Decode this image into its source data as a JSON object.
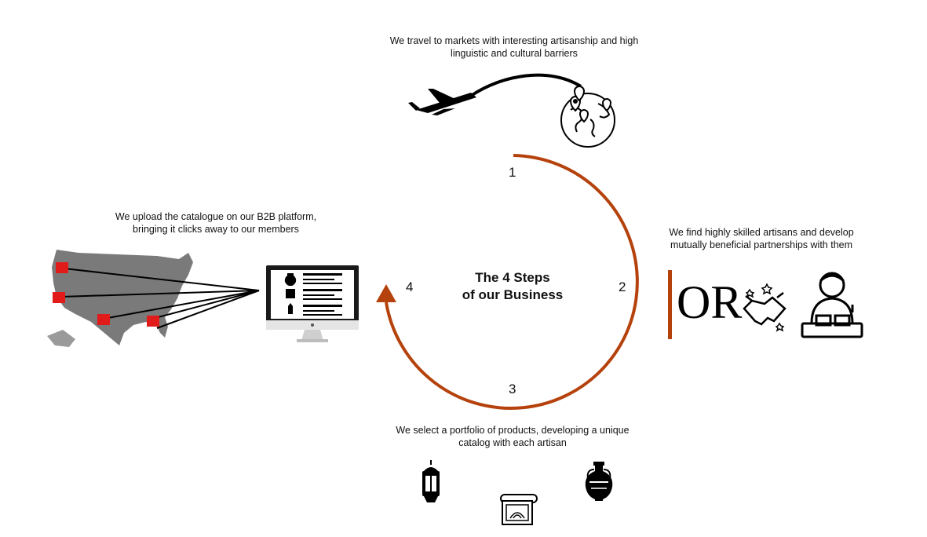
{
  "diagram": {
    "title_line1": "The 4 Steps",
    "title_line2": "of our Business",
    "accent_color": "#b5420c",
    "steps": [
      {
        "number": "1",
        "line1": "We travel to markets with interesting artisanship and high",
        "line2": "linguistic and cultural barriers"
      },
      {
        "number": "2",
        "line1": "We find highly skilled artisans and develop",
        "line2": "mutually beneficial partnerships with them"
      },
      {
        "number": "3",
        "line1": "We select a portfolio of products, developing a unique",
        "line2": "catalog with each artisan"
      },
      {
        "number": "4",
        "line1": "We upload the catalogue on our B2B platform,",
        "line2": "bringing it clicks away to our members"
      }
    ],
    "logo_letters": "OR",
    "icons": [
      "airplane-icon",
      "globe-pins-icon",
      "handshake-icon",
      "artisan-icon",
      "lantern-icon",
      "rug-icon",
      "amphora-icon",
      "usa-map-icon",
      "store-icon",
      "monitor-icon"
    ]
  }
}
